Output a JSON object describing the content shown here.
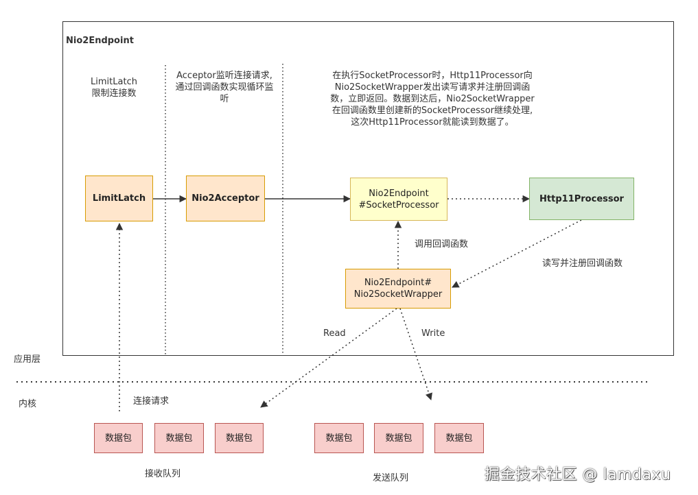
{
  "container": {
    "title": "Nio2Endpoint"
  },
  "columns": {
    "latch_note": [
      "LimitLatch",
      "限制连接数"
    ],
    "acceptor_note": [
      "Acceptor监听连接请求,",
      "通过回调函数实现循环监",
      "听"
    ],
    "processor_note": [
      "在执行SocketProcessor时，Http11Processor向",
      "Nio2SocketWrapper发出读写请求并注册回调函",
      "数，立即返回。数据到达后，Nio2SocketWrapper",
      "在回调函数里创建新的SocketProcessor继续处理,",
      "这次Http11Processor就能读到数据了。"
    ]
  },
  "nodes": {
    "limit_latch": "LimitLatch",
    "acceptor": "Nio2Acceptor",
    "socket_processor": [
      "Nio2Endpoint",
      "#SocketProcessor"
    ],
    "http_processor": "Http11Processor",
    "socket_wrapper": [
      "Nio2Endpoint#",
      "Nio2SocketWrapper"
    ]
  },
  "edge_labels": {
    "call_callback": "调用回调函数",
    "read_write_register": "读写并注册回调函数",
    "read": "Read",
    "write": "Write",
    "connect_request": "连接请求"
  },
  "layers": {
    "app": "应用层",
    "kernel": "内核"
  },
  "packets": {
    "label": "数据包",
    "receive": [
      "数据包",
      "数据包",
      "数据包"
    ],
    "send": [
      "数据包",
      "数据包",
      "数据包"
    ]
  },
  "queues": {
    "receive": "接收队列",
    "send": "发送队列"
  },
  "watermark": "掘金技术社区 @ lamdaxu"
}
